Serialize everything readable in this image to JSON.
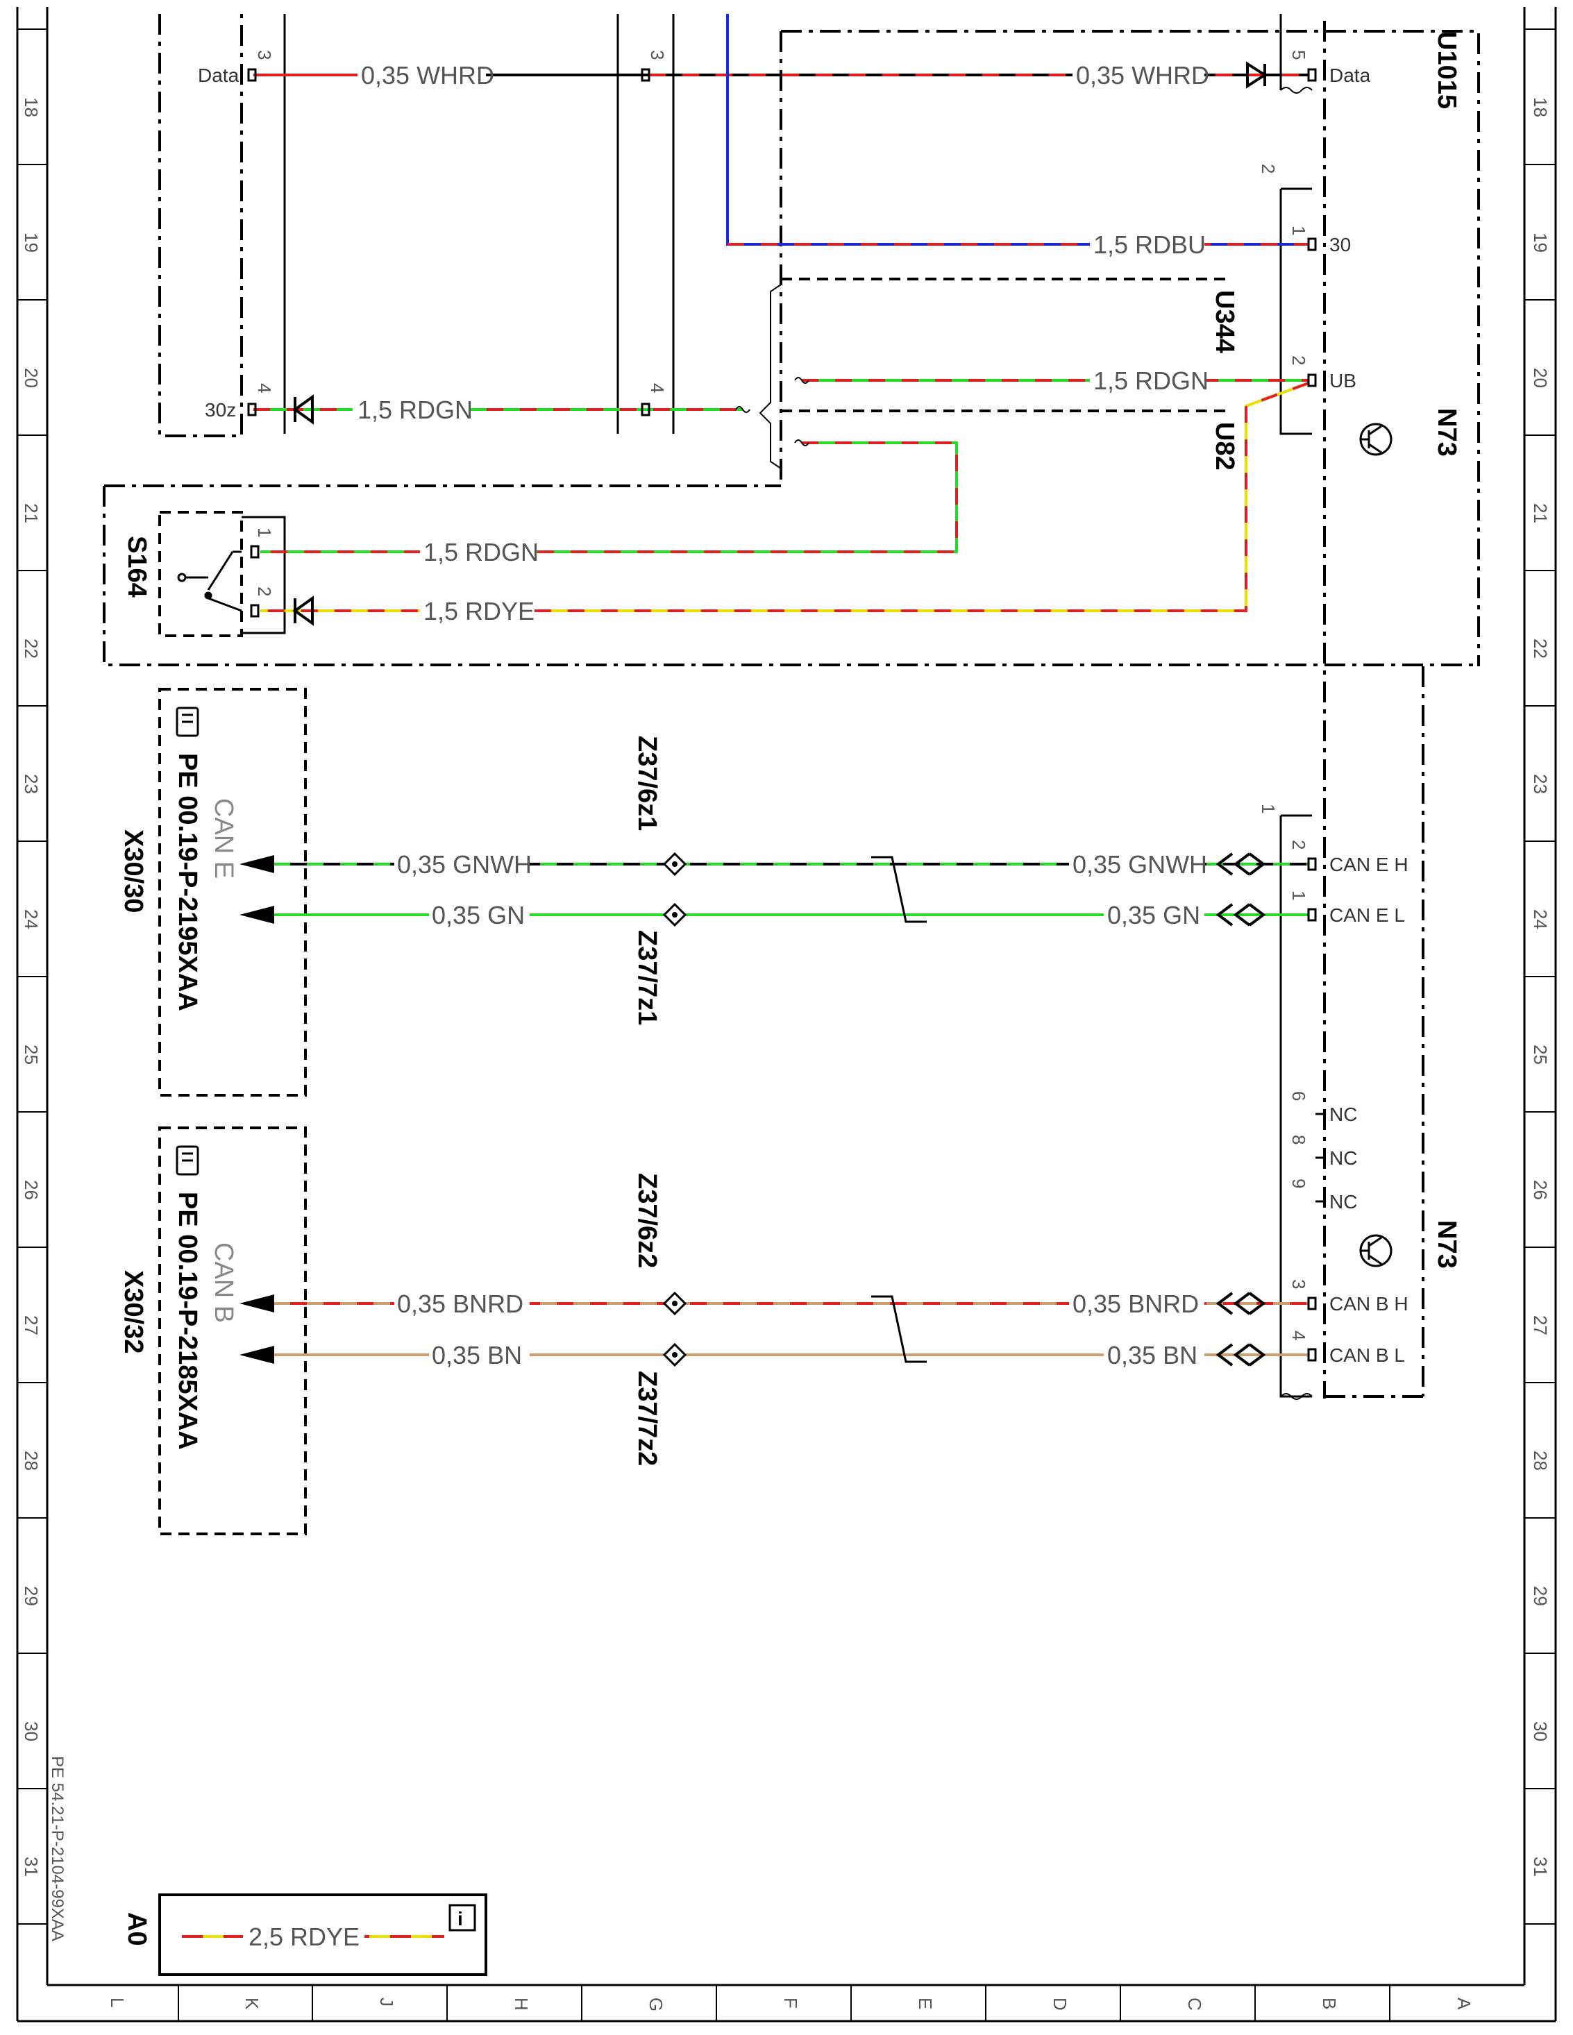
{
  "colors": {
    "red": "#e02020",
    "green": "#22dd22",
    "blue": "#1a2ad8",
    "yellow": "#e8e000",
    "brown": "#c8a070",
    "white_stripe": "#000000"
  },
  "row_numbers": [
    "18",
    "19",
    "20",
    "21",
    "22",
    "23",
    "24",
    "25",
    "26",
    "27",
    "28",
    "29",
    "30",
    "31"
  ],
  "column_letters": [
    "L",
    "K",
    "J",
    "H",
    "G",
    "F",
    "E",
    "D",
    "C",
    "B",
    "A"
  ],
  "components": {
    "u1015": "U1015",
    "n73_top": "N73",
    "n73_bottom": "N73",
    "u344": "U344",
    "u82": "U82",
    "s164": "S164",
    "z37_6z1": "Z37/6z1",
    "z37_7z1": "Z37/7z1",
    "z37_6z2": "Z37/6z2",
    "z37_7z2": "Z37/7z2"
  },
  "wires": {
    "data_left": "0,35 WHRD",
    "data_right": "0,35 WHRD",
    "rdbu": "1,5 RDBU",
    "rdgn_left": "1,5 RDGN",
    "rdgn_right": "1,5 RDGN",
    "rdgn_s164": "1,5 RDGN",
    "rdye_s164": "1,5 RDYE",
    "gnwh_left": "0,35 GNWH",
    "gnwh_right": "0,35 GNWH",
    "gn_left": "0,35 GN",
    "gn_right": "0,35 GN",
    "bnrd_left": "0,35 BNRD",
    "bnrd_right": "0,35 BNRD",
    "bn_left": "0,35 BN",
    "bn_right": "0,35 BN",
    "legend": "2,5 RDYE"
  },
  "terminals": {
    "data_left": "Data",
    "data_right": "Data",
    "t30": "30",
    "t30z": "30z",
    "ub": "UB",
    "can_e_h": "CAN E H",
    "can_e_l": "CAN E L",
    "nc1": "NC",
    "nc2": "NC",
    "nc3": "NC",
    "can_b_h": "CAN B H",
    "can_b_l": "CAN B L"
  },
  "pins": {
    "p3a": "3",
    "p3b": "3",
    "p5": "5",
    "p2a": "2",
    "p1a": "1",
    "p4a": "4",
    "p4b": "4",
    "p2b": "2",
    "p1s": "1",
    "p2s": "2",
    "p1c": "1",
    "p2c": "2",
    "p1d": "1",
    "p6": "6",
    "p8": "8",
    "p9": "9",
    "p3c": "3",
    "p4c": "4"
  },
  "references": {
    "can_e_label": "CAN E",
    "can_e_doc": "PE 00.19-P-2195XAA",
    "can_e_conn": "X30/30",
    "can_b_label": "CAN B",
    "can_b_doc": "PE 00.19-P-2185XAA",
    "can_b_conn": "X30/32"
  },
  "footer": {
    "doc_number": "PE 54.21-P-2104-99XAA",
    "sheet": "A0"
  }
}
